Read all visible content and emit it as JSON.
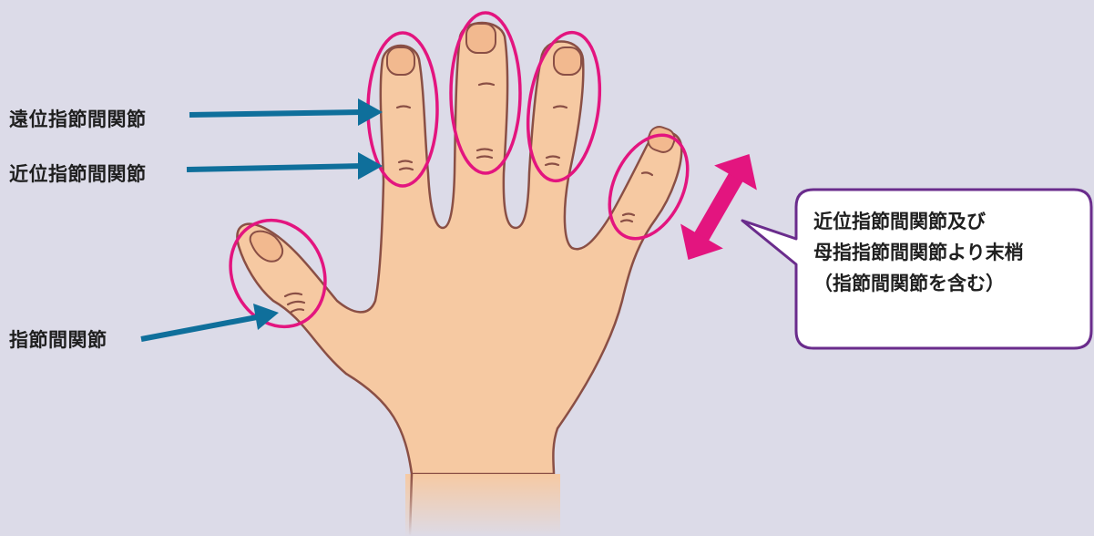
{
  "labels": {
    "distal": "遠位指節間関節",
    "proximal": "近位指節間関節",
    "thumb_ip": "指節間関節"
  },
  "callout": {
    "lines": [
      "近位指節間関節及び",
      "母指指節間関節より末梢",
      "（指節間関節を含む）"
    ]
  },
  "colors": {
    "background": "#dcdbe8",
    "skin": "#f6c9a2",
    "skin_outline": "#8a4f45",
    "circle": "#e3157f",
    "arrow_blue": "#0f6f9b",
    "range_arrow": "#e3157f",
    "callout_border": "#6a2c8c"
  }
}
